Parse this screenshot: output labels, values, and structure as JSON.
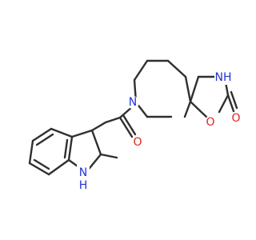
{
  "molecule": {
    "atom_labels": {
      "n_piperidine": "N",
      "nh_carbamate": "NH",
      "o_ring": "O",
      "o_ring_carbonyl": "O",
      "o_amide_carbonyl": "O",
      "indole_nh": "NH",
      "indole_h": "H",
      "indole_n": "N"
    },
    "colors": {
      "bond": "#2f2f2f",
      "nitrogen": "#1f34d9",
      "oxygen": "#e3241b",
      "background": "#ffffff"
    }
  }
}
